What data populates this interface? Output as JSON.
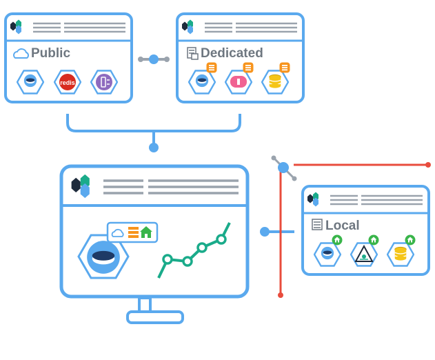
{
  "colors": {
    "frame_blue": "#5aa9ee",
    "line_gray": "#9aa3ad",
    "badge_orange": "#f7941d",
    "badge_green": "#39b54a",
    "redis_red": "#d82c20",
    "connector_red": "#e84c3d",
    "chart_green": "#1aab8a",
    "storage_yellow": "#f5c518",
    "pill_pink": "#f06292",
    "purple": "#8e6bbf",
    "label_gray": "#6e7780"
  },
  "panels": {
    "public": {
      "label": "Public",
      "label_icon": "cloud-icon",
      "services": [
        {
          "icon": "database-service-icon"
        },
        {
          "icon": "redis-logo-icon",
          "logo_text": "redis"
        },
        {
          "icon": "messaging-service-icon"
        }
      ]
    },
    "dedicated": {
      "label": "Dedicated",
      "label_icon": "dedicated-server-icon",
      "services": [
        {
          "icon": "database-service-icon",
          "badge": "server-rack-icon"
        },
        {
          "icon": "pill-service-icon",
          "badge": "server-rack-icon"
        },
        {
          "icon": "storage-cylinder-icon",
          "badge": "server-rack-icon"
        }
      ]
    },
    "local": {
      "label": "Local",
      "label_icon": "local-server-icon",
      "services": [
        {
          "icon": "database-service-icon",
          "badge": "house-icon"
        },
        {
          "icon": "network-triangle-icon",
          "badge": "house-icon"
        },
        {
          "icon": "storage-cylinder-icon",
          "badge": "house-icon"
        }
      ]
    },
    "monitor": {
      "main_service_icon": "database-service-icon",
      "callout_icons": [
        "cloud-icon",
        "server-rack-icon",
        "house-icon"
      ],
      "chart_icon": "line-graph-icon"
    }
  }
}
